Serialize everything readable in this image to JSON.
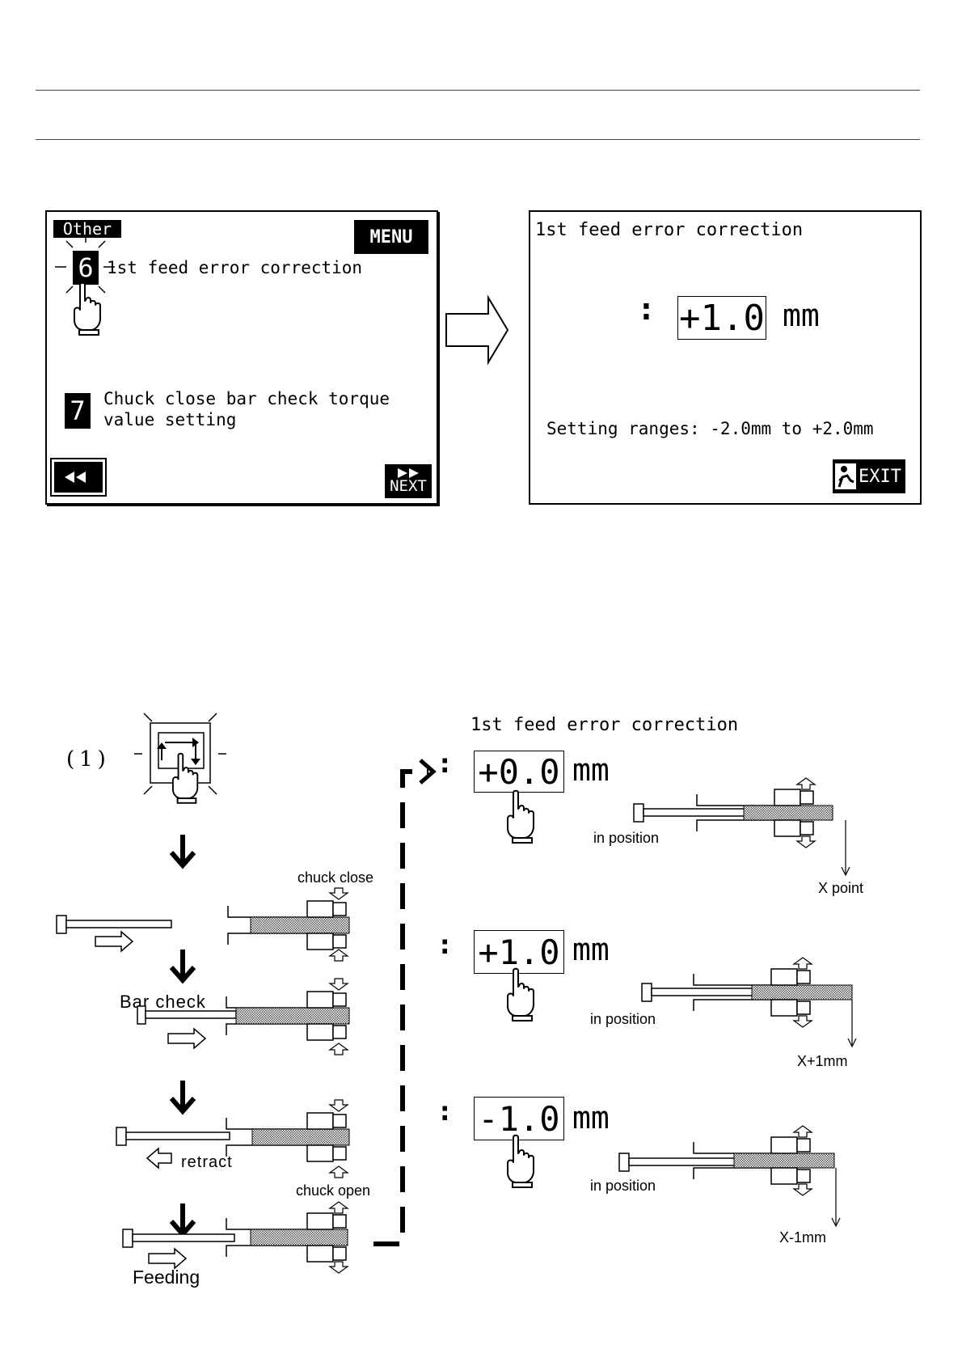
{
  "screen_a": {
    "tab_label": "Other",
    "menu_button": "MENU",
    "items": [
      {
        "number": "6",
        "label": "1st feed error correction"
      },
      {
        "number": "7",
        "label_line1": "Chuck close bar check torque",
        "label_line2": "value setting"
      }
    ],
    "back_button_icon": "double-left-arrow-icon",
    "next_button": "NEXT"
  },
  "screen_b": {
    "title": "1st feed error correction",
    "colon": ":",
    "value": "+1.0",
    "unit": "mm",
    "range_text": "Setting ranges: -2.0mm to +2.0mm",
    "exit_button": "EXIT"
  },
  "procedure": {
    "step_marker": "(1)",
    "chuck_close": "chuck close",
    "bar_check": "Bar check",
    "retract": "retract",
    "chuck_open": "chuck open",
    "feeding": "Feeding"
  },
  "correction": {
    "title": "1st feed error correction",
    "rows": [
      {
        "colon": ":",
        "value": "+0.0",
        "unit": "mm",
        "position_label": "in position",
        "point_label": "X point"
      },
      {
        "colon": ":",
        "value": "+1.0",
        "unit": "mm",
        "position_label": "in position",
        "point_label": "X+1mm"
      },
      {
        "colon": ":",
        "value": "-1.0",
        "unit": "mm",
        "position_label": "in position",
        "point_label": "X-1mm"
      }
    ]
  }
}
